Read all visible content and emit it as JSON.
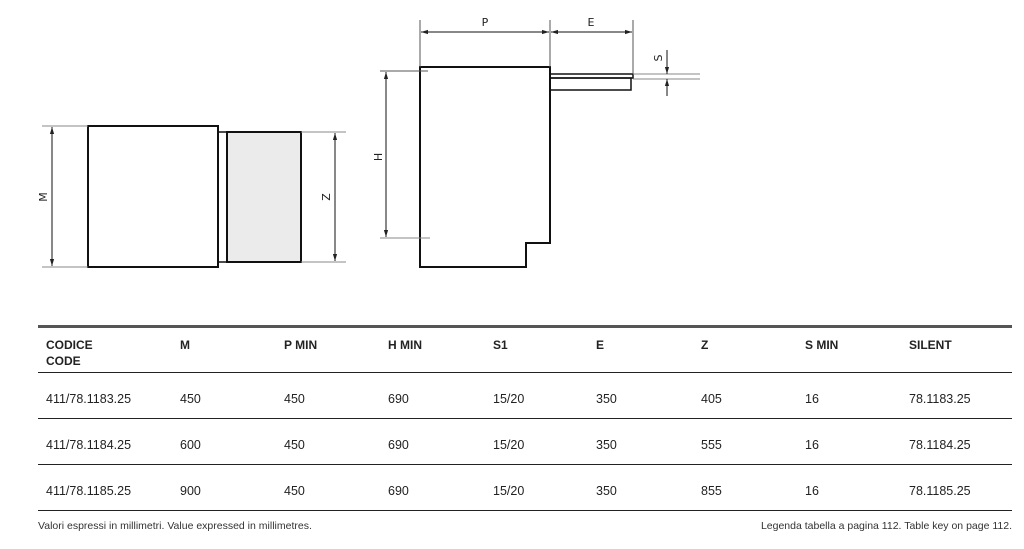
{
  "diagram": {
    "labels": {
      "m": "M",
      "z": "Z",
      "h": "H",
      "p": "P",
      "e": "E",
      "s": "S"
    }
  },
  "table": {
    "headers": [
      [
        "CODICE",
        "CODE"
      ],
      [
        "M"
      ],
      [
        "P MIN"
      ],
      [
        "H MIN"
      ],
      [
        "S1"
      ],
      [
        "E"
      ],
      [
        "Z"
      ],
      [
        "S MIN"
      ],
      [
        "SILENT"
      ]
    ],
    "rows": [
      [
        "411/78.1183.25",
        "450",
        "450",
        "690",
        "15/20",
        "350",
        "405",
        "16",
        "78.1183.25"
      ],
      [
        "411/78.1184.25",
        "600",
        "450",
        "690",
        "15/20",
        "350",
        "555",
        "16",
        "78.1184.25"
      ],
      [
        "411/78.1185.25",
        "900",
        "450",
        "690",
        "15/20",
        "350",
        "855",
        "16",
        "78.1185.25"
      ]
    ]
  },
  "footer": {
    "left": "Valori espressi in millimetri.  Value expressed in millimetres.",
    "right": "Legenda tabella a pagina 112.  Table key on page 112."
  }
}
